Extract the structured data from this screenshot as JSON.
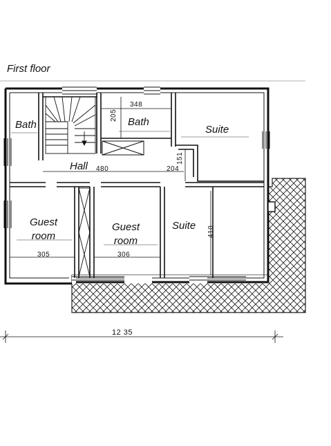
{
  "title": "First floor",
  "rooms": {
    "bath_left": "Bath",
    "bath_center": "Bath",
    "suite_top": "Suite",
    "hall": "Hall",
    "guest_room_left": "Guest room",
    "guest_room_center": "Guest room",
    "suite_bottom": "Suite"
  },
  "dimensions": {
    "bath_width": "348",
    "bath_depth": "205",
    "hall_length": "480",
    "hall_small": "204",
    "hall_short": "151",
    "guest_left_width": "305",
    "guest_center_width": "306",
    "suite_depth": "410",
    "total_width": "12 35"
  }
}
